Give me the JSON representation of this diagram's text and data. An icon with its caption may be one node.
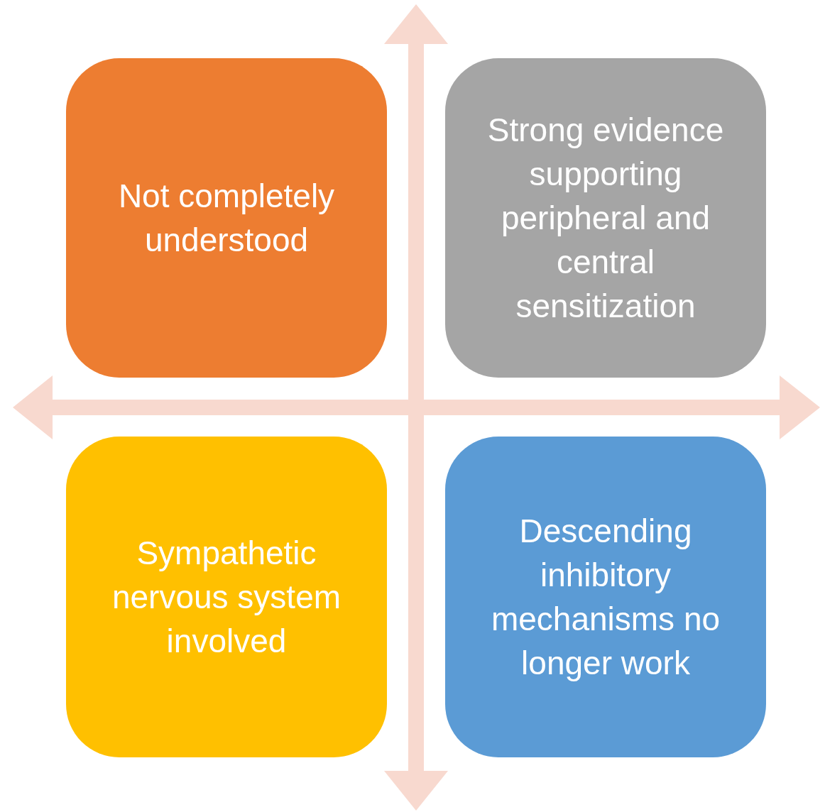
{
  "diagram": {
    "nodes": [
      {
        "text": [
          "Not completely understood"
        ]
      },
      {
        "text": [
          "Strong evidence supporting peripheral and central sensitization"
        ]
      },
      {
        "text": [
          "Sympathetic nervous system involved"
        ]
      },
      {
        "text": [
          "Descending inhibitory mechanisms no longer work"
        ]
      }
    ]
  }
}
